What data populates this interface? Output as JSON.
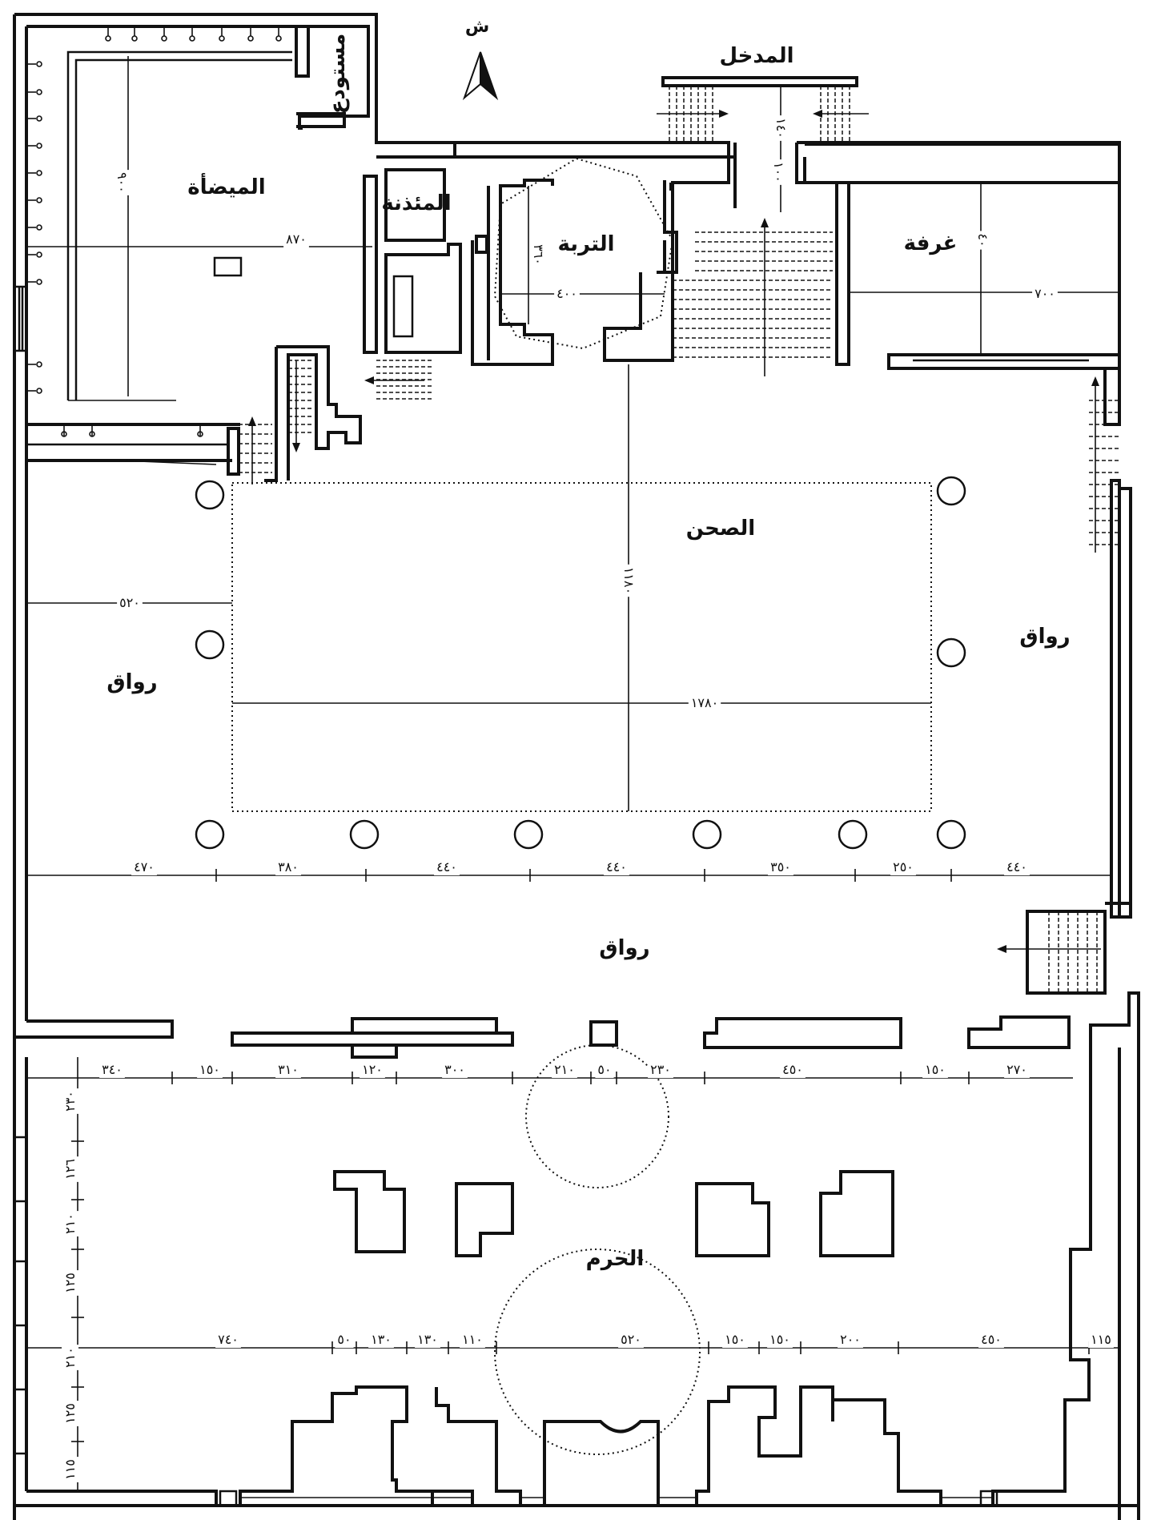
{
  "north_label": "ش",
  "rooms": {
    "entrance": "المدخل",
    "storage": "مستودع",
    "ablution": "الميضأة",
    "minaret": "المئذنة",
    "tomb": "التربة",
    "room": "غرفة",
    "courtyard": "الصحن",
    "riwaq_west": "رواق",
    "riwaq_east": "رواق",
    "riwaq_south": "رواق",
    "haram": "الحرم"
  },
  "dimensions": {
    "ablution_width": "٨٧٠",
    "ablution_depth": "٩٠٠",
    "entrance_depth": "١٤٠",
    "entrance_inner": "١٠٠",
    "tomb_width": "٤٠٠",
    "tomb_depth": "٣٦٠",
    "room_width": "٧٠٠",
    "room_depth": "٤٠",
    "courtyard_depth": "١١٨٠",
    "courtyard_width": "١٧٨٠",
    "riwaq_west_width": "٥٢٠",
    "arcade_spans": [
      "٤٧٠",
      "٣٨٠",
      "٤٤٠",
      "٤٤٠",
      "٣٥٠",
      "٢٥٠",
      "٤٤٠"
    ],
    "haram_north_wall": [
      "٣٤٠",
      "١٥٠",
      "٣١٠",
      "١٢٠",
      "٣٠٠",
      "٢١٠",
      "٥٠",
      "٢٣٠",
      "٤٥٠",
      "١٥٠",
      "٢٧٠"
    ],
    "haram_axis": [
      "٧٤٠",
      "٥٠",
      "١٣٠",
      "١٣٠",
      "١١٠",
      "٥٢٠",
      "١٥٠",
      "١٥٠",
      "٢٠٠",
      "٤٥٠",
      "١١٥"
    ],
    "haram_west_wall": [
      "٢٣٠",
      "١٢٦",
      "٢١٠",
      "١٢٥",
      "٢١٠",
      "١٢٥",
      "١١٥"
    ]
  }
}
